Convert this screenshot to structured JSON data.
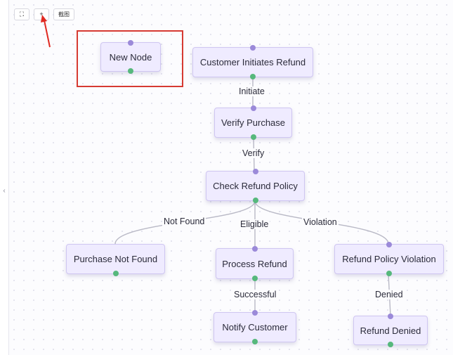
{
  "toolbar": {
    "fit_symbol": "⛶",
    "add_symbol": "+",
    "screenshot_label": "截图"
  },
  "left_handle_symbol": "‹",
  "nodes": {
    "new": "New Node",
    "customer": "Customer Initiates Refund",
    "verify": "Verify Purchase",
    "check": "Check Refund Policy",
    "notfound": "Purchase Not Found",
    "process": "Process Refund",
    "violation": "Refund Policy Violation",
    "notify": "Notify Customer",
    "denied": "Refund Denied"
  },
  "edges": {
    "initiate": "Initiate",
    "verify": "Verify",
    "not_found": "Not Found",
    "eligible": "Eligible",
    "violation": "Violation",
    "successful": "Successful",
    "denied_label": "Denied"
  },
  "colors": {
    "node_fill": "#efebff",
    "handle_in": "#9b8ad9",
    "handle_out": "#56b87c",
    "highlight": "#d63a32",
    "arrow": "#e02a22"
  }
}
